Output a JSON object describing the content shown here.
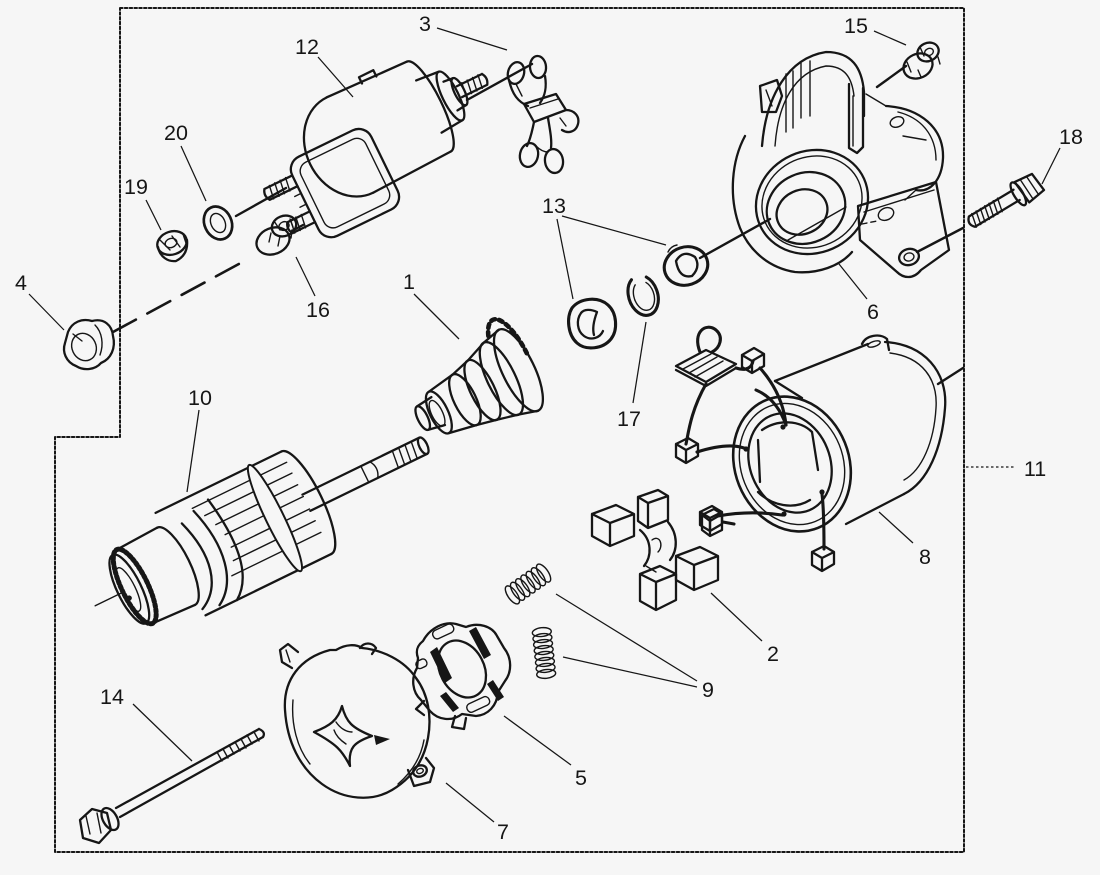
{
  "figure": {
    "type": "exploded-parts-line-drawing",
    "background_color": "#f6f6f6",
    "line_color": "#161616",
    "callouts": {
      "n1": "1",
      "n2": "2",
      "n3": "3",
      "n4": "4",
      "n5": "5",
      "n6": "6",
      "n7": "7",
      "n8": "8",
      "n9": "9",
      "n10": "10",
      "n11": "11",
      "n12": "12",
      "n13": "13",
      "n14": "14",
      "n15": "15",
      "n16": "16",
      "n17": "17",
      "n18": "18",
      "n19": "19",
      "n20": "20"
    }
  }
}
